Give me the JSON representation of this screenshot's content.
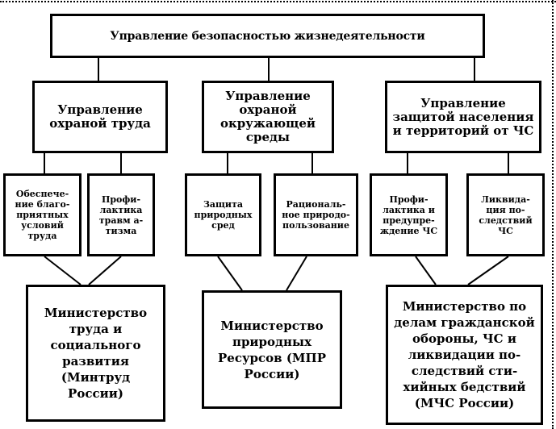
{
  "root": {
    "label": "Управление безопасностью жизнедеятельности"
  },
  "branches": [
    {
      "title": "Управление охраной труда",
      "children": [
        "Обеспече- ние благо- приятных условий труда",
        "Профи- лактика травм а- тизма"
      ],
      "ministry": "Министерство труда и социального развития (Минтруд России)"
    },
    {
      "title": "Управление охраной окружающей среды",
      "children": [
        "Защита природных сред",
        "Рациональ- ное природо- пользование"
      ],
      "ministry": "Министерство природных Ресурсов (МПР России)"
    },
    {
      "title": "Управление защитой населения и территорий от ЧС",
      "children": [
        "Профи- лактика и предупре- ждение ЧС",
        "Ликвида- ция по- следствий ЧС"
      ],
      "ministry": "Министерство по делам гражданской обороны, ЧС и ликвидации по- следствий сти- хийных бедствий (МЧС России)"
    }
  ]
}
